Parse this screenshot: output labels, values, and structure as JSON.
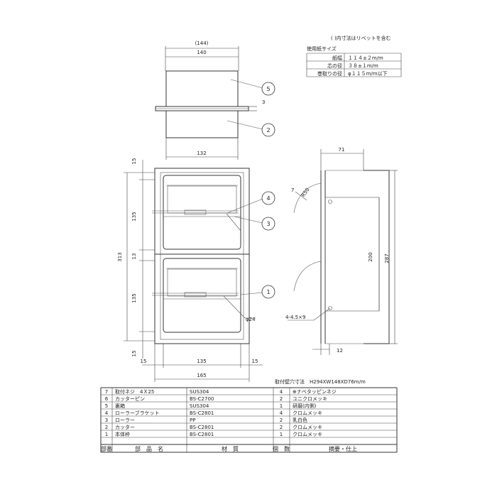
{
  "notes": {
    "bracket_note": "( )内寸法はリベットを含む",
    "paper_size_title": "使用紙サイズ",
    "rows": [
      {
        "label": "紙幅",
        "value": "１１４±２m/m"
      },
      {
        "label": "芯の径",
        "value": "３８±１m/m"
      },
      {
        "label": "巻取りの径",
        "value": "φ１１５m/m以下"
      }
    ]
  },
  "top_view": {
    "dim_144": "(144)",
    "dim_140": "140",
    "dim_132": "132",
    "dim_3": "3",
    "balloon_5": "5",
    "balloon_2": "2"
  },
  "front_view": {
    "dim_15_top": "15",
    "dim_135_upper": "135",
    "dim_313": "313",
    "dim_13": "13",
    "dim_135_lower": "135",
    "dim_15_bottom": "15",
    "dim_15_left": "15",
    "dim_135_bottom": "135",
    "dim_15_right": "15",
    "dim_165": "165",
    "dim_phi24": "φ24",
    "balloon_4": "4",
    "balloon_3": "3",
    "balloon_1": "1"
  },
  "side_view": {
    "dim_71": "71",
    "dim_r50": "R50",
    "dim_7": "7",
    "dim_200": "200",
    "dim_287": "287",
    "dim_holes": "4-4.5×9",
    "dim_12": "12"
  },
  "mounting_note": "取付壁穴寸法　H294XW148XD76m/m",
  "parts_table": {
    "headers": {
      "no": "部番",
      "name": "部　品　名",
      "material": "材　質",
      "qty": "個　数",
      "finish": "摘要・仕上"
    },
    "rows": [
      {
        "no": "7",
        "name": "取付ネジ　4Ｘ25",
        "material": "SUS304",
        "qty": "4",
        "finish": "⊕ナベタッピンネジ"
      },
      {
        "no": "6",
        "name": "カッターピン",
        "material": "BS-C2700",
        "qty": "2",
        "finish": "ユニクロメッキ"
      },
      {
        "no": "5",
        "name": "裏箱",
        "material": "SUS304",
        "qty": "1",
        "finish": "研磨(内側)"
      },
      {
        "no": "4",
        "name": "ローラーブラケット",
        "material": "BS-C2801",
        "qty": "4",
        "finish": "クロムメッキ"
      },
      {
        "no": "3",
        "name": "ローラー",
        "material": "PP",
        "qty": "2",
        "finish": "乳白色"
      },
      {
        "no": "2",
        "name": "カッター",
        "material": "BS-C2801",
        "qty": "2",
        "finish": "クロムメッキ"
      },
      {
        "no": "1",
        "name": "本体枠",
        "material": "BS-C2801",
        "qty": "1",
        "finish": "クロムメッキ"
      }
    ]
  }
}
